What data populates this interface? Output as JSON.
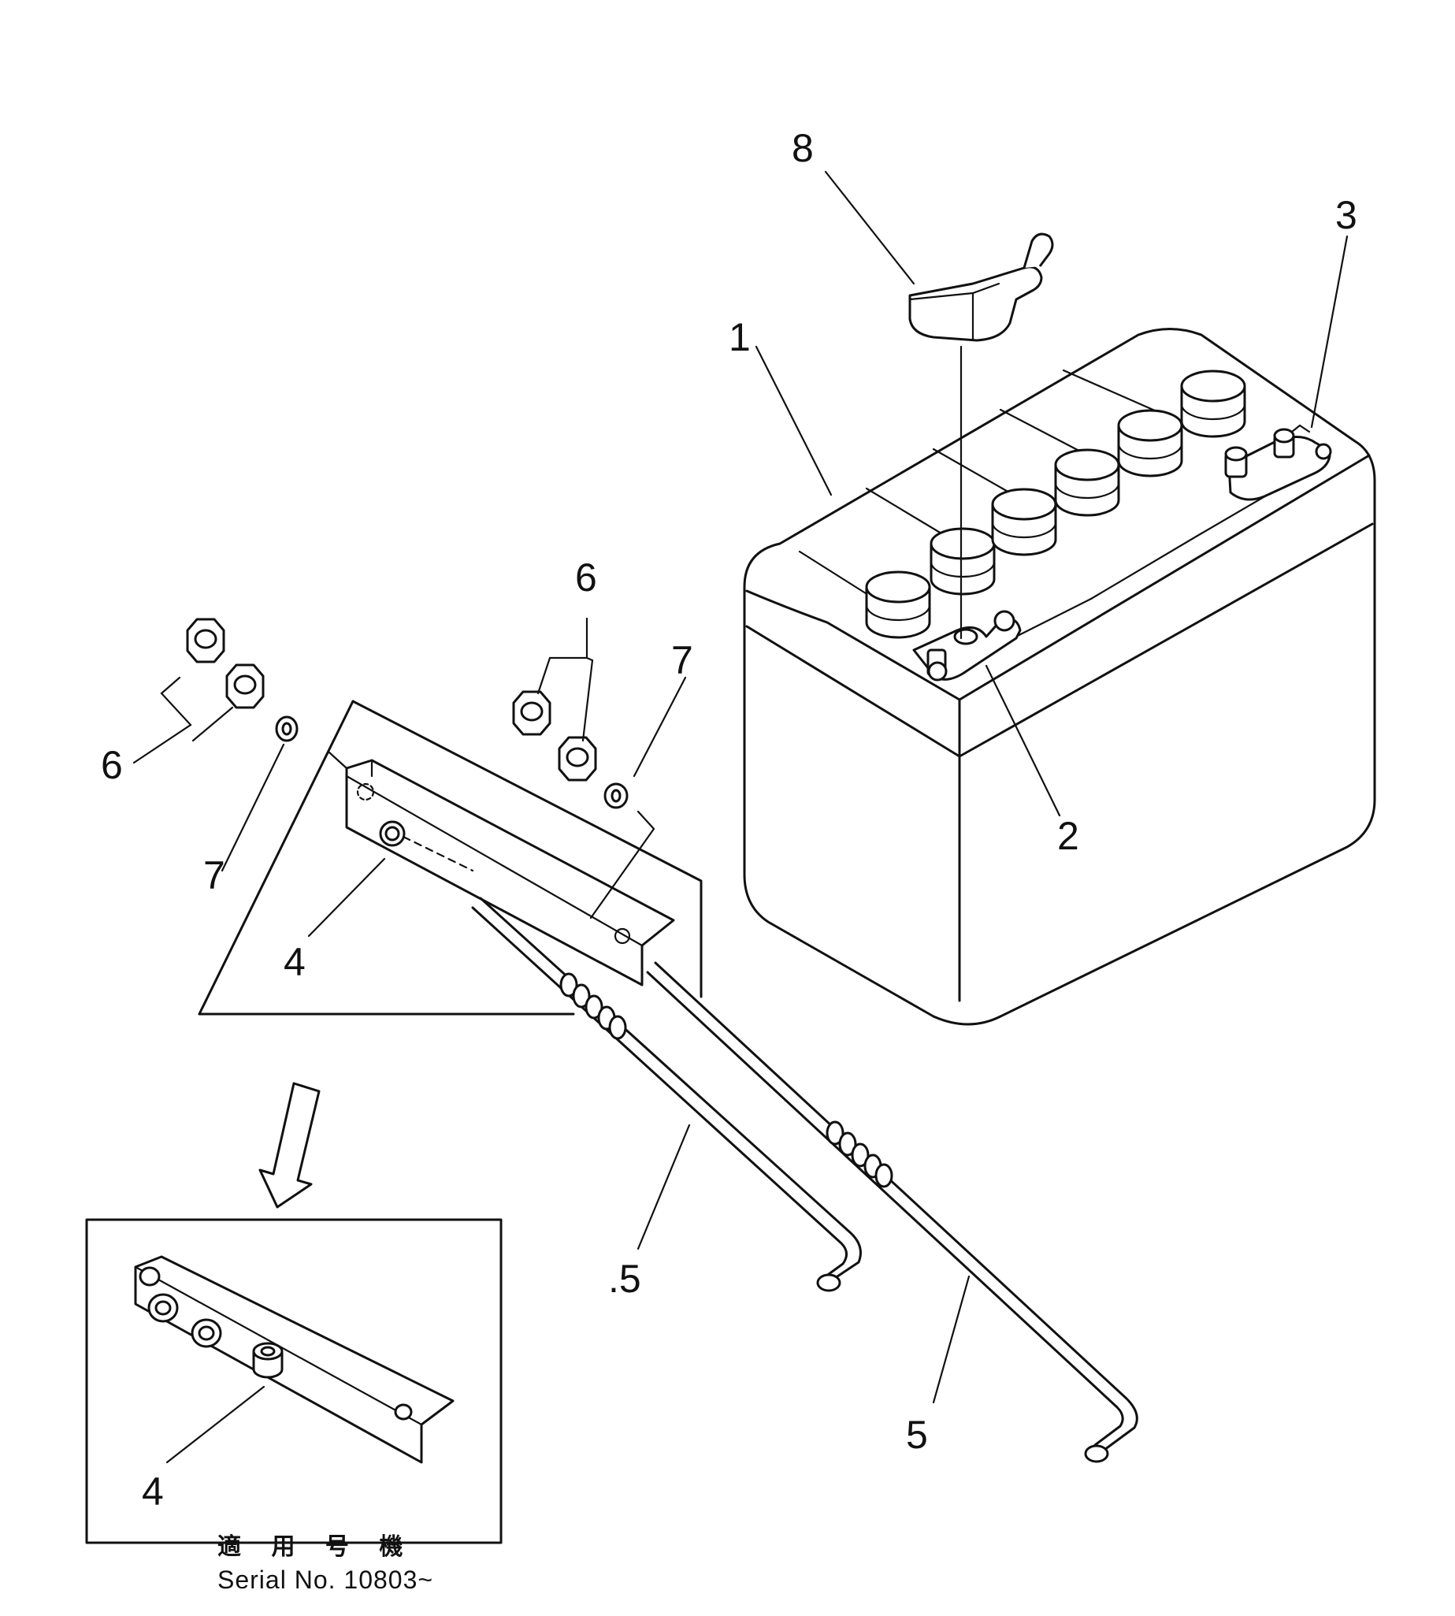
{
  "callouts": {
    "c1": "1",
    "c2": "2",
    "c3": "3",
    "c4_main": "4",
    "c4_inset": "4",
    "c5_left": ".5",
    "c5_right": "5",
    "c6_left": "6",
    "c6_center": "6",
    "c7_left": "7",
    "c7_center": "7",
    "c8": "8"
  },
  "caption": {
    "applicable": "適 用 号 機",
    "serial": "Serial No. 10803~"
  }
}
